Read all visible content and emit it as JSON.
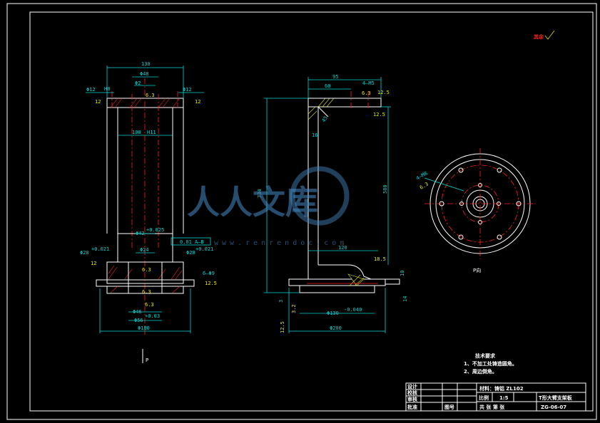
{
  "views": {
    "front": {
      "dims": {
        "width_top": "130",
        "bore_top": "Φ48",
        "bore_small": "Φ2",
        "hole_left": "Φ12",
        "hole_right": "Φ12",
        "fit_top": "H8",
        "rough_left": "12",
        "rough_right": "12",
        "rough_top": "6.3",
        "inner_width": "100",
        "inner_tol": "H11",
        "bore_bottom": "Φ42",
        "bore_bottom_tol": "+0.025",
        "runout": "0.01",
        "datum": "A—B",
        "bore_24": "Φ24",
        "bore_20_left": "Φ20",
        "bore_20_left_tol": "+0.021",
        "bore_20_right": "Φ20",
        "bore_20_right_tol": "+0.021",
        "thread": "6—Φ9",
        "rough_bottom_left": "12",
        "rough_bottom_right": "12.5",
        "rough_mid": "6.3",
        "rough_low": "6.3",
        "bore_46": "Φ46",
        "bore_56": "Φ56",
        "bore_56_tol": "+0.03",
        "rough_lowest": "6.3",
        "od": "Φ180"
      }
    },
    "side": {
      "dims": {
        "width_95": "95",
        "width_60": "60",
        "thread": "4—M5",
        "rough_top": "6.3",
        "rough_right": "12.5",
        "rough_right2": "12.5",
        "rib": "16",
        "vert_total": "734",
        "vert_inner": "580",
        "angle": "45",
        "width_120": "120",
        "rough_step": "18.5",
        "h_10": "10",
        "h_14": "14",
        "h_3": "3",
        "rough_bottom": "3.2",
        "bore_130": "Φ130",
        "bore_130_tol": "-0.040",
        "od_200": "Φ200",
        "rough_base": "12.5"
      }
    },
    "p_view": {
      "holes": "4—M8",
      "rough": "6.3",
      "caption": "P向"
    },
    "section_mark": "P"
  },
  "corner_note": "其余",
  "tech": {
    "title": "技术要求",
    "items": [
      "1、不加工处铸造圆角。",
      "2、周边倒角。"
    ]
  },
  "title_block": {
    "rows": [
      "设计",
      "校核",
      "审核",
      "批准"
    ],
    "sheet_label": "图号",
    "material": "材料：铸铝 ZL102",
    "scale_label": "比例",
    "scale": "1:5",
    "name": "T形大臂支架板",
    "sheet": "共 张 第 张",
    "code": "ZG-06-07"
  },
  "watermark": {
    "text": "人人文库",
    "url": "www.renrendoc.com"
  }
}
